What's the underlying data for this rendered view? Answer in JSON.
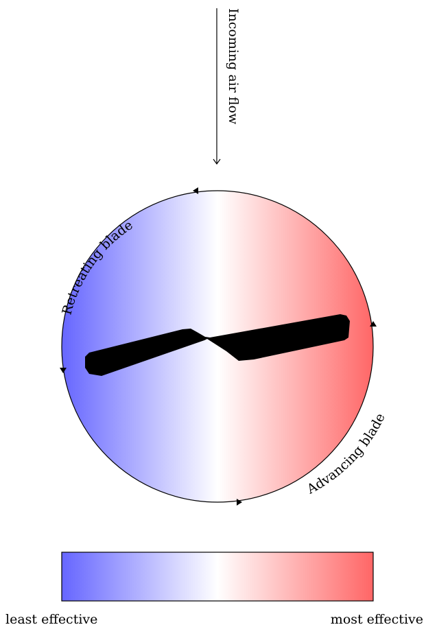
{
  "diagram": {
    "airflow_label": "Incoming air flow",
    "retreating_label": "Retreating blade",
    "advancing_label": "Advancing blade",
    "legend": {
      "low_label": "least effective",
      "high_label": "most effective"
    },
    "colors": {
      "least_effective": "#6666ff",
      "neutral": "#ffffff",
      "most_effective": "#ff6666",
      "outline": "#000000",
      "rotor_blade": "#000000"
    }
  }
}
